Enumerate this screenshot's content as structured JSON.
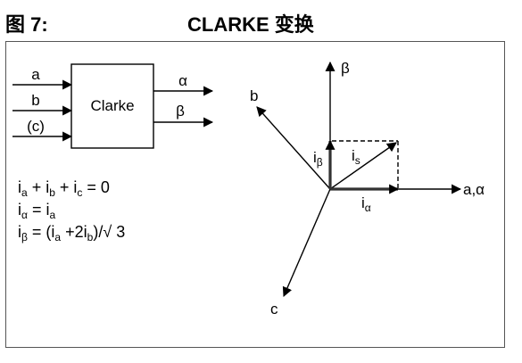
{
  "figure": {
    "label": "图 7:",
    "title": "CLARKE 变换"
  },
  "block": {
    "name": "Clarke",
    "inputs": [
      "a",
      "b",
      "(c)"
    ],
    "outputs": [
      "α",
      "β"
    ]
  },
  "equations": {
    "eq1": {
      "t1": "i",
      "s1": "a",
      "t2": " + i",
      "s2": "b",
      "t3": " + i",
      "s3": "c",
      "t4": " = 0"
    },
    "eq2": {
      "t1": "i",
      "s1": "α",
      "t2": " = i",
      "s2": "a"
    },
    "eq3": {
      "t1": "i",
      "s1": "β",
      "t2": " = (i",
      "s2": "a",
      "t3": " +2i",
      "s3": "b",
      "t4": ")/√ 3"
    }
  },
  "vectors": {
    "beta_axis": "β",
    "alpha_axis": "a,α",
    "b_axis": "b",
    "c_axis": "c",
    "is": {
      "t": "i",
      "s": "s"
    },
    "i_alpha": {
      "t": "i",
      "s": "α"
    },
    "i_beta": {
      "t": "i",
      "s": "β"
    }
  }
}
